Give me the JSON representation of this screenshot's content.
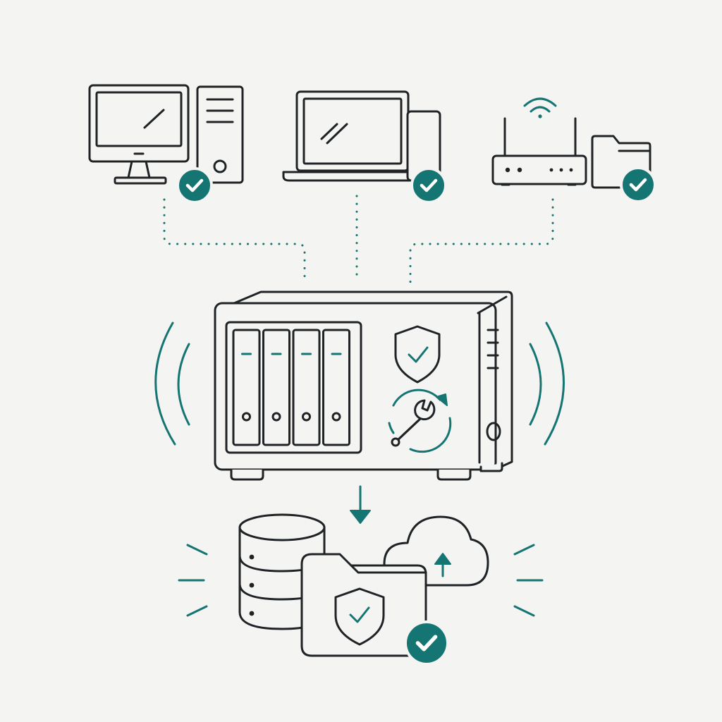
{
  "colors": {
    "background": "#f4f4f3",
    "line": "#1f2326",
    "accent": "#157572",
    "check_mark": "#ffffff"
  },
  "icons": {
    "desktop": "desktop-computer-icon",
    "laptop": "laptop-icon",
    "phone": "smartphone-icon",
    "router": "wifi-router-icon",
    "folder": "folder-icon",
    "nas": "nas-server-icon",
    "shield": "shield-check-icon",
    "maintenance": "wrench-sync-icon",
    "database": "database-icon",
    "protected_folder": "secure-folder-icon",
    "cloud": "cloud-upload-icon",
    "status": "check-badge-icon"
  },
  "nas": {
    "drive_bays": 4
  },
  "sources": [
    "desktop-computer",
    "laptop-phone",
    "router-folder"
  ]
}
